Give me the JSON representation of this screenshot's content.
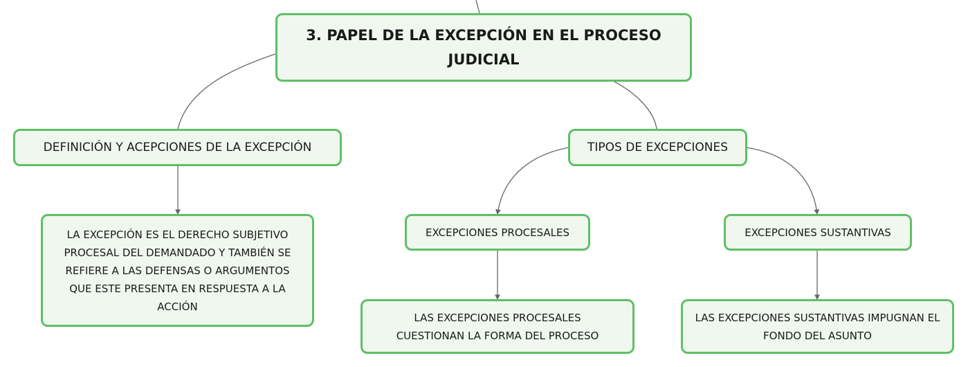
{
  "root": {
    "label": "3. PAPEL DE LA EXCEPCIÓN EN EL PROCESO JUDICIAL"
  },
  "definicion": {
    "label": "DEFINICIÓN Y ACEPCIONES DE LA EXCEPCIÓN",
    "detail": "LA EXCEPCIÓN ES EL DERECHO SUBJETIVO PROCESAL DEL DEMANDADO Y TAMBIÉN SE REFIERE A LAS DEFENSAS O ARGUMENTOS QUE ESTE PRESENTA EN RESPUESTA A LA ACCIÓN"
  },
  "tipos": {
    "label": "TIPOS DE EXCEPCIONES",
    "procesales": {
      "label": "EXCEPCIONES PROCESALES",
      "detail": "LAS EXCEPCIONES PROCESALES CUESTIONAN LA FORMA DEL PROCESO"
    },
    "sustantivas": {
      "label": "EXCEPCIONES SUSTANTIVAS",
      "detail": "LAS EXCEPCIONES SUSTANTIVAS IMPUGNAN EL FONDO DEL ASUNTO"
    }
  },
  "colors": {
    "border": "#5fbf65",
    "fill": "#eff7ee",
    "connector": "#666666"
  }
}
